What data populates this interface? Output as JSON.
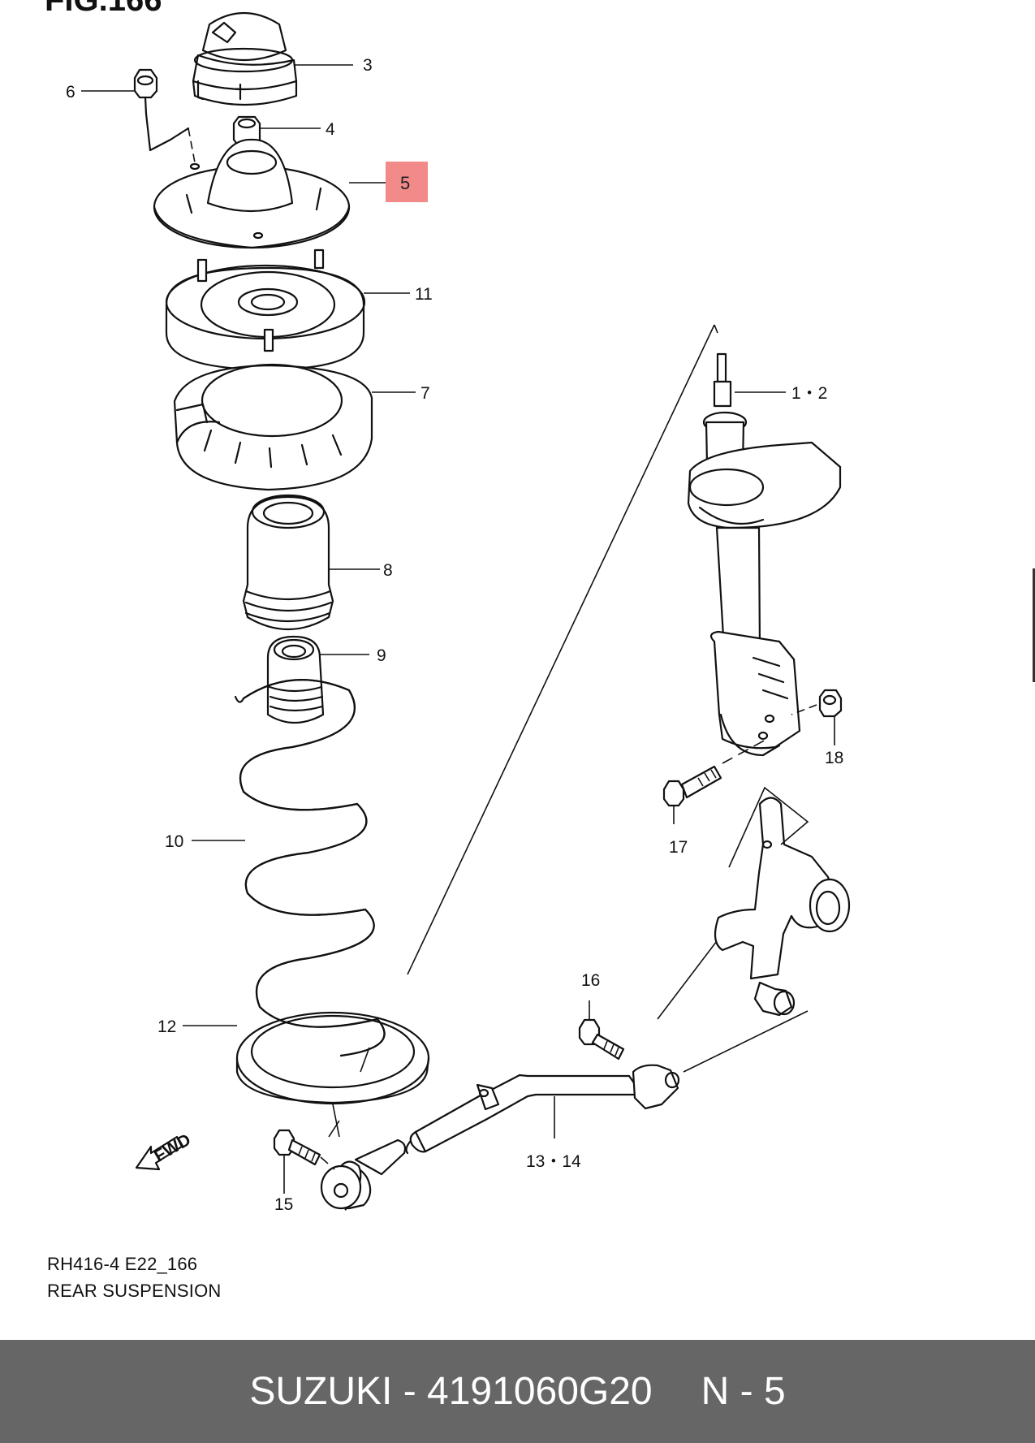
{
  "figure": {
    "fig_label": "FIG.166",
    "caption_code": "RH416-4 E22_166",
    "caption_title": "REAR SUSPENSION",
    "fwd_label": "FWD",
    "highlight_color": "#f28a8a",
    "callouts": [
      {
        "id": "3",
        "text": "3"
      },
      {
        "id": "6",
        "text": "6"
      },
      {
        "id": "4",
        "text": "4"
      },
      {
        "id": "5",
        "text": "5",
        "highlighted": true
      },
      {
        "id": "11",
        "text": "11"
      },
      {
        "id": "7",
        "text": "7"
      },
      {
        "id": "8",
        "text": "8"
      },
      {
        "id": "9",
        "text": "9"
      },
      {
        "id": "10",
        "text": "10"
      },
      {
        "id": "12",
        "text": "12"
      },
      {
        "id": "1-2",
        "text": "1・2"
      },
      {
        "id": "18",
        "text": "18"
      },
      {
        "id": "17",
        "text": "17"
      },
      {
        "id": "16",
        "text": "16"
      },
      {
        "id": "15",
        "text": "15"
      },
      {
        "id": "13-14",
        "text": "13・14"
      }
    ]
  },
  "footer": {
    "brand": "SUZUKI - 4191060G20",
    "position": "N - 5",
    "background": "#666666"
  }
}
